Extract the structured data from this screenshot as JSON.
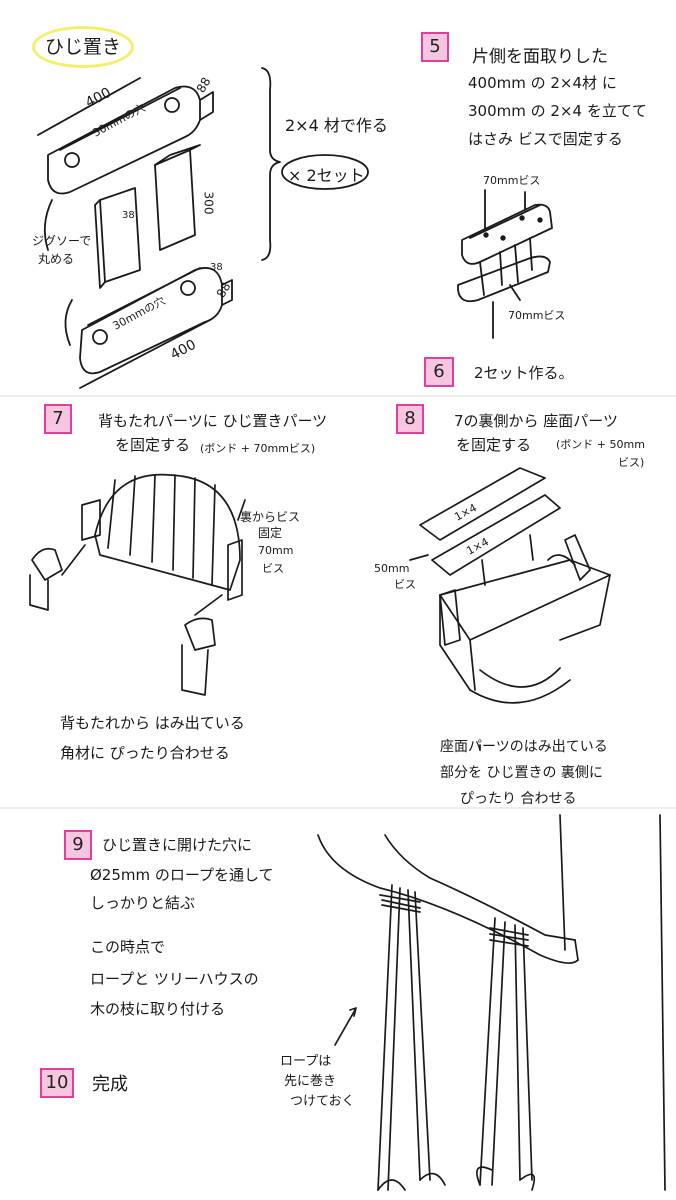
{
  "sections": {
    "armrest": {
      "title": "ひじ置き",
      "dims": {
        "len1": "400",
        "len2": "400",
        "w1": "88",
        "w2": "88",
        "h1": "300",
        "side1": "38",
        "side2": "38"
      },
      "hole_label1": "30mmの穴",
      "hole_label2": "30mmの穴",
      "jigsaw_line1": "ジグソーで",
      "jigsaw_line2": "丸める",
      "made_from": "2×4 材で作る",
      "times": "× 2セット"
    },
    "step5": {
      "num": "5",
      "lines": [
        "片側を面取りした",
        "400mm の 2×4材 に",
        "300mm の 2×4 を立てて",
        "はさみ ビスで固定する"
      ],
      "screw_top": "70mmビス",
      "screw_bottom": "70mmビス"
    },
    "step6": {
      "num": "6",
      "text": "2セット作る。"
    },
    "step7": {
      "num": "7",
      "line1": "背もたれパーツに ひじ置きパーツ",
      "line2": "を固定する",
      "note": "(ボンド + 70mmビス)",
      "side_note1": "裏からビス",
      "side_note2": "固定",
      "side_note3": "70mm",
      "side_note4": "ビス",
      "bottom1": "背もたれから はみ出ている",
      "bottom2": "角材に ぴったり合わせる"
    },
    "step8": {
      "num": "8",
      "line1": "7の裏側から 座面パーツ",
      "line2": "を固定する",
      "note1": "(ボンド + 50mm",
      "note2": "ビス)",
      "board1": "1×4",
      "board2": "1×4",
      "screw1": "50mm",
      "screw2": "ビス",
      "bottom1": "座面パーツのはみ出ている",
      "bottom2": "部分を ひじ置きの 裏側に",
      "bottom3": "ぴったり 合わせる"
    },
    "step9": {
      "num": "9",
      "line1": "ひじ置きに開けた穴に",
      "line2": "Ø25mm のロープを通して",
      "line3": "しっかりと結ぶ",
      "line4": "この時点で",
      "line5": "ロープと ツリーハウスの",
      "line6": "木の枝に取り付ける",
      "rope_note1": "ロープは",
      "rope_note2": "先に巻き",
      "rope_note3": "つけておく"
    },
    "step10": {
      "num": "10",
      "text": "完成"
    }
  },
  "colors": {
    "step_border": "#e0409a",
    "step_fill": "#f6c6e0",
    "title_highlight": "#f2f06a",
    "line": "#1a1a1a"
  }
}
